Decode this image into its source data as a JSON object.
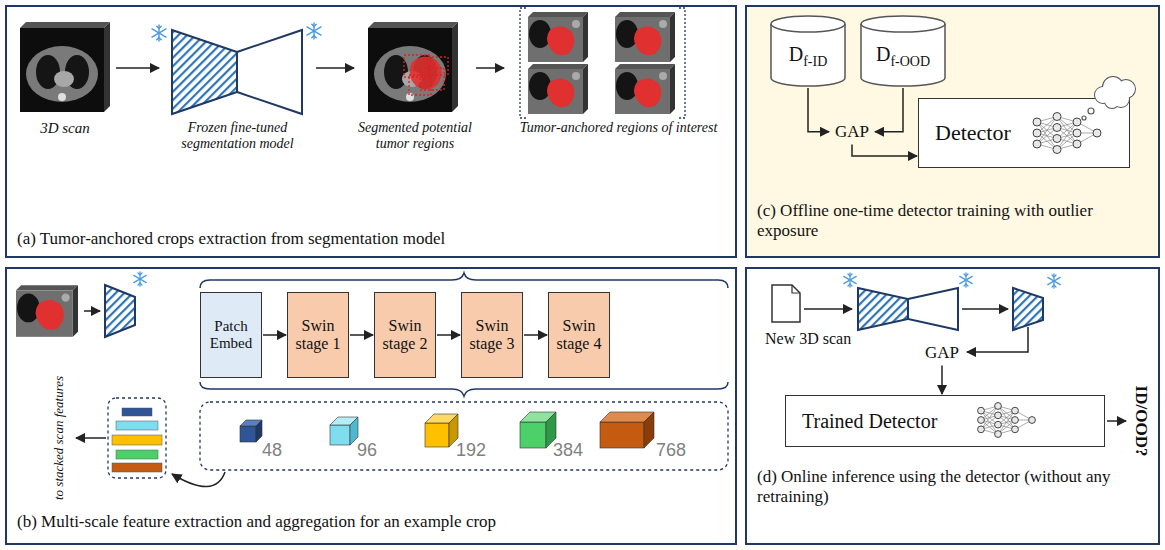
{
  "diagram": {
    "nodes": [
      {
        "text": [
          "(a) Tumor-anchored crops extraction from segmentation model"
        ]
      },
      {
        "text": [
          "3D scan"
        ],
        "in": 0
      },
      {
        "text": [
          "Frozen fine-tuned segmentation model"
        ],
        "in": 0
      },
      {
        "text": [
          "Segmented potential tumor regions"
        ],
        "in": 0
      },
      {
        "text": [
          "Tumor-anchored regions of interest"
        ],
        "in": 0
      },
      {
        "text": [
          "(b) Multi-scale feature extraction and aggregation for an example crop"
        ]
      },
      {
        "text": [
          "Patch Embed"
        ],
        "in": 5
      },
      {
        "text": [
          "Swin stage 1"
        ],
        "in": 5
      },
      {
        "text": [
          "Swin stage 2"
        ],
        "in": 5
      },
      {
        "text": [
          "Swin stage 3"
        ],
        "in": 5
      },
      {
        "text": [
          "Swin stage 4"
        ],
        "in": 5
      },
      {
        "text": [
          "(c) Offline one-time detector training with outlier exposure"
        ]
      },
      {
        "text": [
          "Df-ID"
        ],
        "in": 11
      },
      {
        "text": [
          "Df-OOD"
        ],
        "in": 11
      },
      {
        "text": [
          "GAP"
        ],
        "in": 11
      },
      {
        "text": [
          "Detector"
        ],
        "in": 11
      },
      {
        "text": [
          "(d) Online inference using the detector (without any retraining)"
        ]
      },
      {
        "text": [
          "New 3D scan"
        ],
        "in": 16
      },
      {
        "text": [
          "GAP"
        ],
        "in": 16
      },
      {
        "text": [
          "Trained Detector"
        ],
        "in": 16
      }
    ],
    "edges": [
      {
        "from": 1,
        "to": 2,
        "arrow": "to"
      },
      {
        "from": 2,
        "to": 3,
        "arrow": "to"
      },
      {
        "from": 3,
        "to": 4,
        "arrow": "to"
      },
      {
        "from": 6,
        "to": 7,
        "arrow": "to"
      },
      {
        "from": 7,
        "to": 8,
        "arrow": "to"
      },
      {
        "from": 8,
        "to": 9,
        "arrow": "to"
      },
      {
        "from": 9,
        "to": 10,
        "arrow": "to"
      },
      {
        "from": 12,
        "to": 14,
        "arrow": "to"
      },
      {
        "from": 13,
        "to": 14,
        "arrow": "to"
      },
      {
        "from": 14,
        "to": 15,
        "arrow": "to"
      },
      {
        "from": 18,
        "to": 19,
        "arrow": "to"
      }
    ],
    "labels": [
      "48",
      "96",
      "192",
      "384",
      "768",
      "to stacked scan features",
      "ID/OOD?"
    ]
  }
}
